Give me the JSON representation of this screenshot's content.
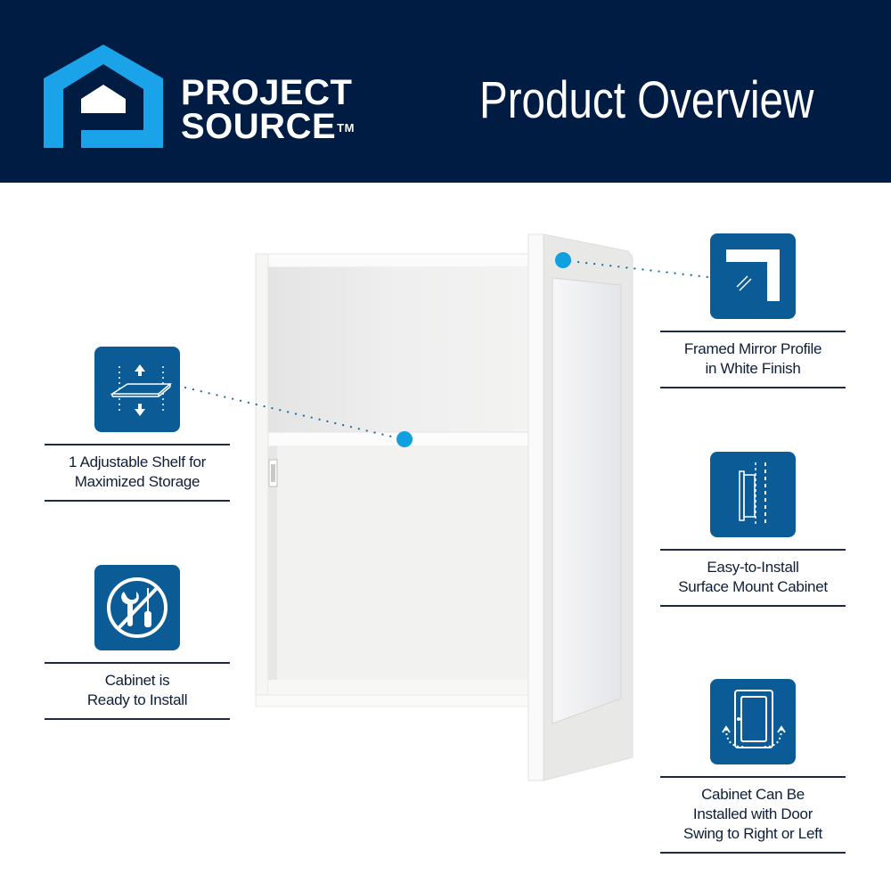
{
  "header": {
    "brand_line1": "PROJECT",
    "brand_line2": "SOURCE",
    "brand_tm": "TM",
    "title": "Product Overview",
    "background_color": "#001c43",
    "logo_accent_color": "#1aa3e8"
  },
  "features": [
    {
      "id": "adjustable-shelf",
      "icon": "adjustable-shelf-icon",
      "label_line1": "1 Adjustable Shelf for",
      "label_line2": "Maximized Storage"
    },
    {
      "id": "ready-to-install",
      "icon": "no-tools-icon",
      "label_line1": "Cabinet is",
      "label_line2": "Ready to Install"
    },
    {
      "id": "framed-mirror",
      "icon": "mirror-frame-profile-icon",
      "label_line1": "Framed Mirror Profile",
      "label_line2": "in White Finish"
    },
    {
      "id": "surface-mount",
      "icon": "surface-mount-icon",
      "label_line1": "Easy-to-Install",
      "label_line2": "Surface Mount Cabinet"
    },
    {
      "id": "reversible-door",
      "icon": "reversible-door-icon",
      "label_line1": "Cabinet Can Be",
      "label_line2": "Installed with Door",
      "label_line3": "Swing to Right or Left"
    }
  ],
  "colors": {
    "icon_box": "#0b5b96",
    "callout_dot": "#0fa0e0",
    "text": "#0f1e38"
  }
}
